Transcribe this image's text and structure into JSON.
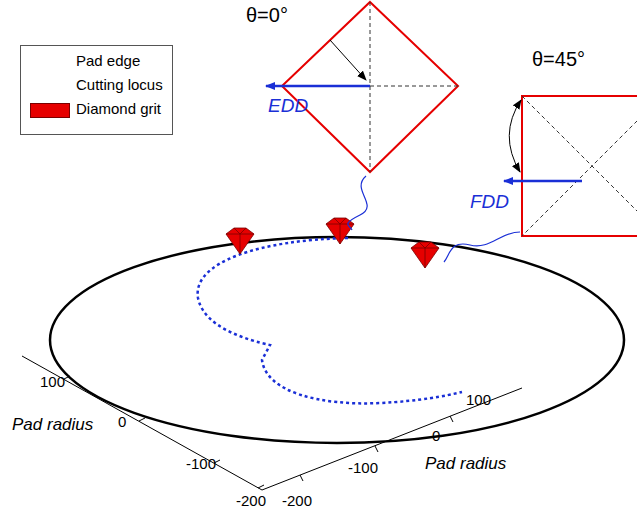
{
  "diagram": {
    "labels": [
      "θ=0°",
      "EDD",
      "θ=45°",
      "FDD",
      "100",
      "0",
      "-100",
      "-200",
      "Pad radius",
      "-200",
      "-100",
      "0",
      "100",
      "Pad radius"
    ],
    "legend": [
      {
        "text": "Pad edge"
      },
      {
        "text": "Cutting locus"
      },
      {
        "text": "Diamond grit",
        "color": "#e60000"
      }
    ]
  }
}
